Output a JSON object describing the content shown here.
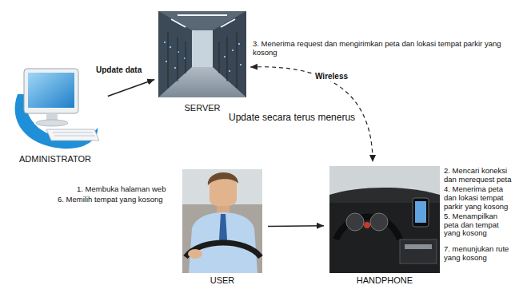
{
  "diagram": {
    "nodes": [
      {
        "text": [
          "SERVER"
        ]
      },
      {
        "text": [
          "ADMINISTRATOR"
        ]
      },
      {
        "text": [
          "USER"
        ]
      },
      {
        "text": [
          "HANDPHONE"
        ]
      }
    ],
    "edges": [
      {
        "from": 1,
        "to": 0,
        "arrow": "to",
        "label": "Update data"
      },
      {
        "from": 0,
        "to": 3,
        "arrow": "both",
        "label": "Wireless"
      },
      {
        "from": 2,
        "to": 3,
        "arrow": "to"
      }
    ],
    "labels": [
      "3. Menerima request dan mengirimkan peta dan lokasi tempat parkir yang kosong",
      "Update secara terus menerus",
      "1. Membuka halaman web",
      "6. Memilih tempat yang kosong",
      "2. Mencari koneksi dan merequest peta",
      "4. Menerima peta dan lokasi tempat parkir yang kosong",
      "5. Menampilkan peta dan tempat yang kosong",
      "7. menunjukan rute yang kosong"
    ]
  }
}
